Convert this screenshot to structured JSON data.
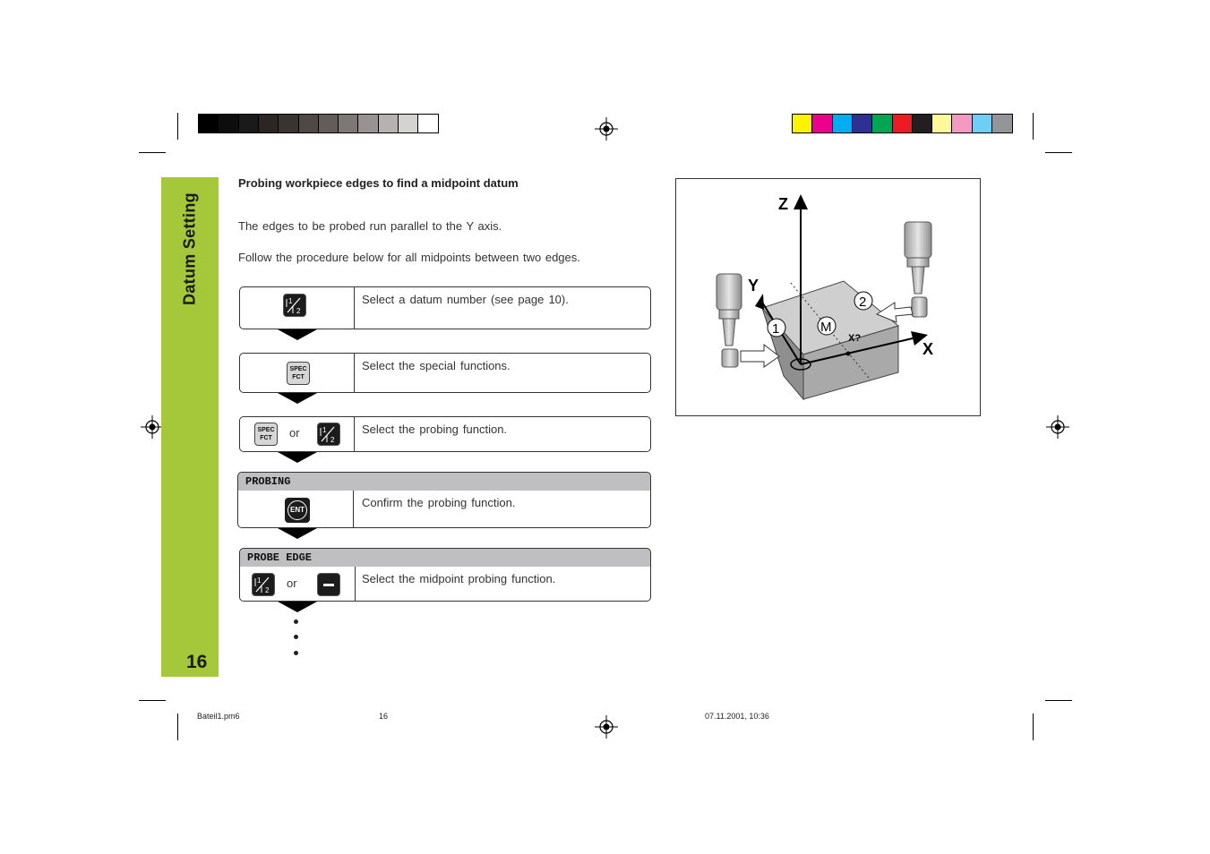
{
  "sidebar": {
    "section_title": "Datum Setting",
    "page_number": "16"
  },
  "heading": "Probing workpiece edges to find a midpoint datum",
  "paragraphs": [
    "The edges to be probed run parallel to the Y axis.",
    "Follow the procedure below for all midpoints between two edges."
  ],
  "steps": [
    {
      "keys": [
        "datum-key-icon"
      ],
      "text": "Select a datum number (see page 10)."
    },
    {
      "keys": [
        "spec-fct-key-icon"
      ],
      "text": "Select the special functions."
    },
    {
      "keys": [
        "spec-fct-key-icon",
        "datum-key-icon"
      ],
      "connector": "or",
      "text": "Select the probing function."
    },
    {
      "display": "PROBING",
      "keys": [
        "ent-key-icon"
      ],
      "text": "Confirm the probing function."
    },
    {
      "display": "PROBE EDGE",
      "keys": [
        "datum-key-icon",
        "minus-key-icon"
      ],
      "connector": "or",
      "text": "Select the midpoint probing function."
    }
  ],
  "keys": {
    "spec_line1": "SPEC",
    "spec_line2": "FCT",
    "ent": "ENT"
  },
  "figure": {
    "axis_z": "Z",
    "axis_y": "Y",
    "axis_x": "X",
    "marker_1": "1",
    "marker_2": "2",
    "marker_m": "M",
    "label_x": "X?"
  },
  "footer": {
    "file": "Bateil1.pm6",
    "page": "16",
    "timestamp": "07.11.2001, 10:36"
  },
  "color_bar_left": [
    "#000000",
    "#0d0d0d",
    "#1a1a1a",
    "#2b2624",
    "#3a3431",
    "#4f4845",
    "#625c5a",
    "#7d7876",
    "#989392",
    "#b6b2b1",
    "#d5d3d2",
    "#ffffff"
  ],
  "color_bar_right": [
    "#fff200",
    "#ec008c",
    "#00aeef",
    "#2e3192",
    "#00a651",
    "#ed1c24",
    "#231f20",
    "#fff799",
    "#f49ac1",
    "#6dcff6",
    "#939598"
  ]
}
